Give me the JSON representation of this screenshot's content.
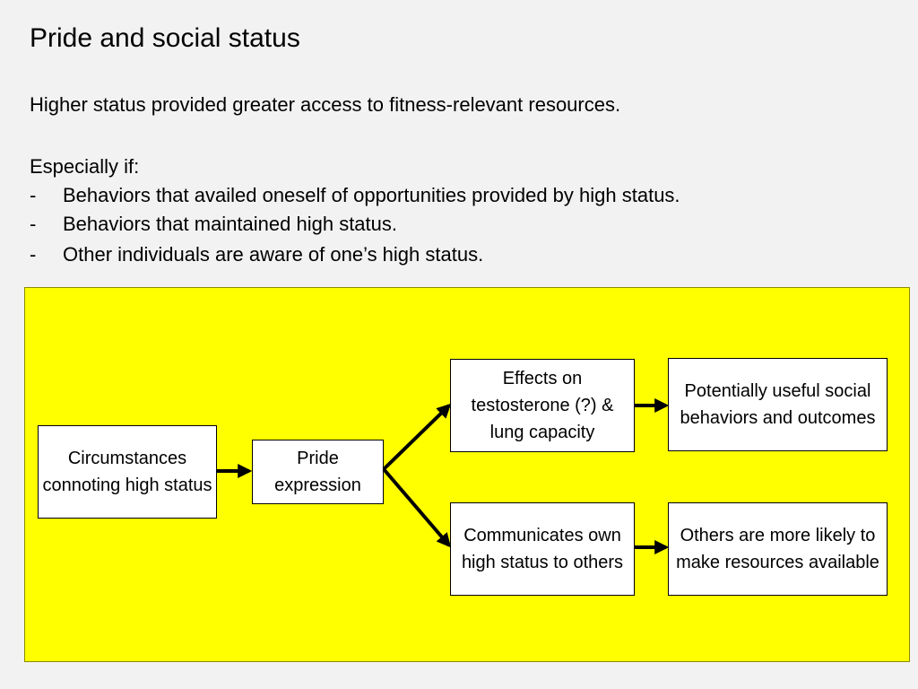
{
  "slide": {
    "title": "Pride and social status",
    "intro": "Higher status provided greater access to fitness-relevant resources.",
    "especially_label": "Especially if:",
    "bullets": [
      {
        "dash": "-",
        "text": "Behaviors that availed oneself of opportunities provided by high status."
      },
      {
        "dash": "-",
        "text": "Behaviors that maintained high status."
      },
      {
        "dash": "-",
        "text": "Other individuals are aware of one’s high status."
      }
    ]
  },
  "diagram": {
    "colors": {
      "panel": "#ffff00",
      "box": "#ffffff",
      "stroke": "#000000"
    },
    "nodes": {
      "circumstances": "Circumstances connoting high status",
      "pride": "Pride expression",
      "effects": "Effects on testosterone (?) & lung capacity",
      "communicates": "Communicates own high status to others",
      "useful": "Potentially useful social behaviors and outcomes",
      "others": "Others are more likely to make resources available"
    },
    "edges": [
      {
        "from": "circumstances",
        "to": "pride"
      },
      {
        "from": "pride",
        "to": "effects"
      },
      {
        "from": "pride",
        "to": "communicates"
      },
      {
        "from": "effects",
        "to": "useful"
      },
      {
        "from": "communicates",
        "to": "others"
      }
    ]
  }
}
